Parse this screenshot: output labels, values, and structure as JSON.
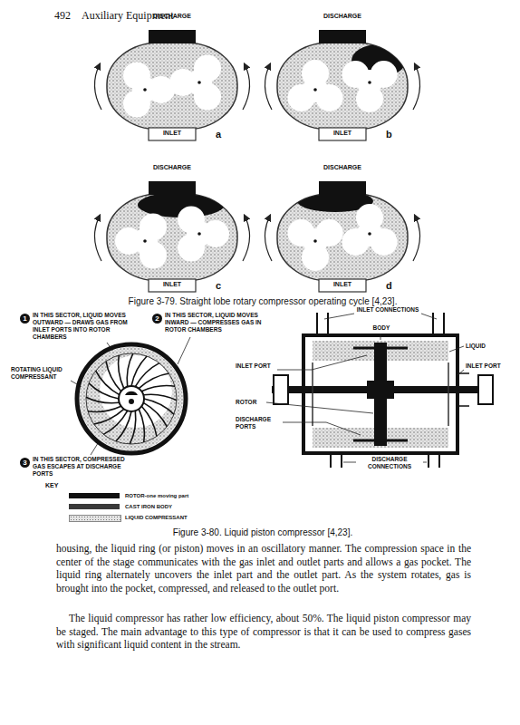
{
  "diagram": {
    "labels": [
      "492",
      "Auxiliary Equipment",
      "DISCHARGE",
      "INLET",
      "a",
      "DISCHARGE",
      "INLET",
      "b",
      "DISCHARGE",
      "INLET",
      "c",
      "DISCHARGE",
      "INLET",
      "d",
      "Figure 3-79. Straight lobe rotary compressor operating cycle [4,23].",
      "1",
      "IN THIS SECTOR, LIQUID MOVES OUTWARD — DRAWS GAS FROM INLET PORTS INTO ROTOR CHAMBERS",
      "2",
      "IN THIS SECTOR, LIQUID MOVES INWARD — COMPRESSES GAS IN ROTOR CHAMBERS",
      "INLET CONNECTIONS",
      "BODY",
      "LIQUID",
      "INLET PORT",
      "ROTATING LIQUID COMPRESSANT",
      "INLET PORT",
      "ROTOR",
      "DISCHARGE PORTS",
      "3",
      "IN THIS SECTOR, COMPRESSED GAS ESCAPES AT DISCHARGE PORTS",
      "DISCHARGE CONNECTIONS",
      "KEY",
      "Figure 3-80. Liquid piston compressor [4,23].",
      "housing, the liquid ring (or piston) moves in an oscillatory manner. The compression space in the center of the stage communicates with the gas inlet and outlet parts and allows a gas pocket. The liquid ring alternately uncovers the inlet part and the outlet part. As the system rotates, gas is brought into the pocket, compressed, and released to the outlet port.",
      "The liquid compressor has rather low efficiency, about 50%. The liquid piston compressor may be staged. The main advantage to this type of compressor is that it can be used to compress gases with significant liquid content in the stream."
    ],
    "legend": [
      {
        "text": "ROTOR-one moving part",
        "color": "#111111"
      },
      {
        "text": "CAST IRON BODY",
        "color": "#3a3a3a"
      },
      {
        "text": "LIQUID COMPRESSANT"
      }
    ]
  }
}
